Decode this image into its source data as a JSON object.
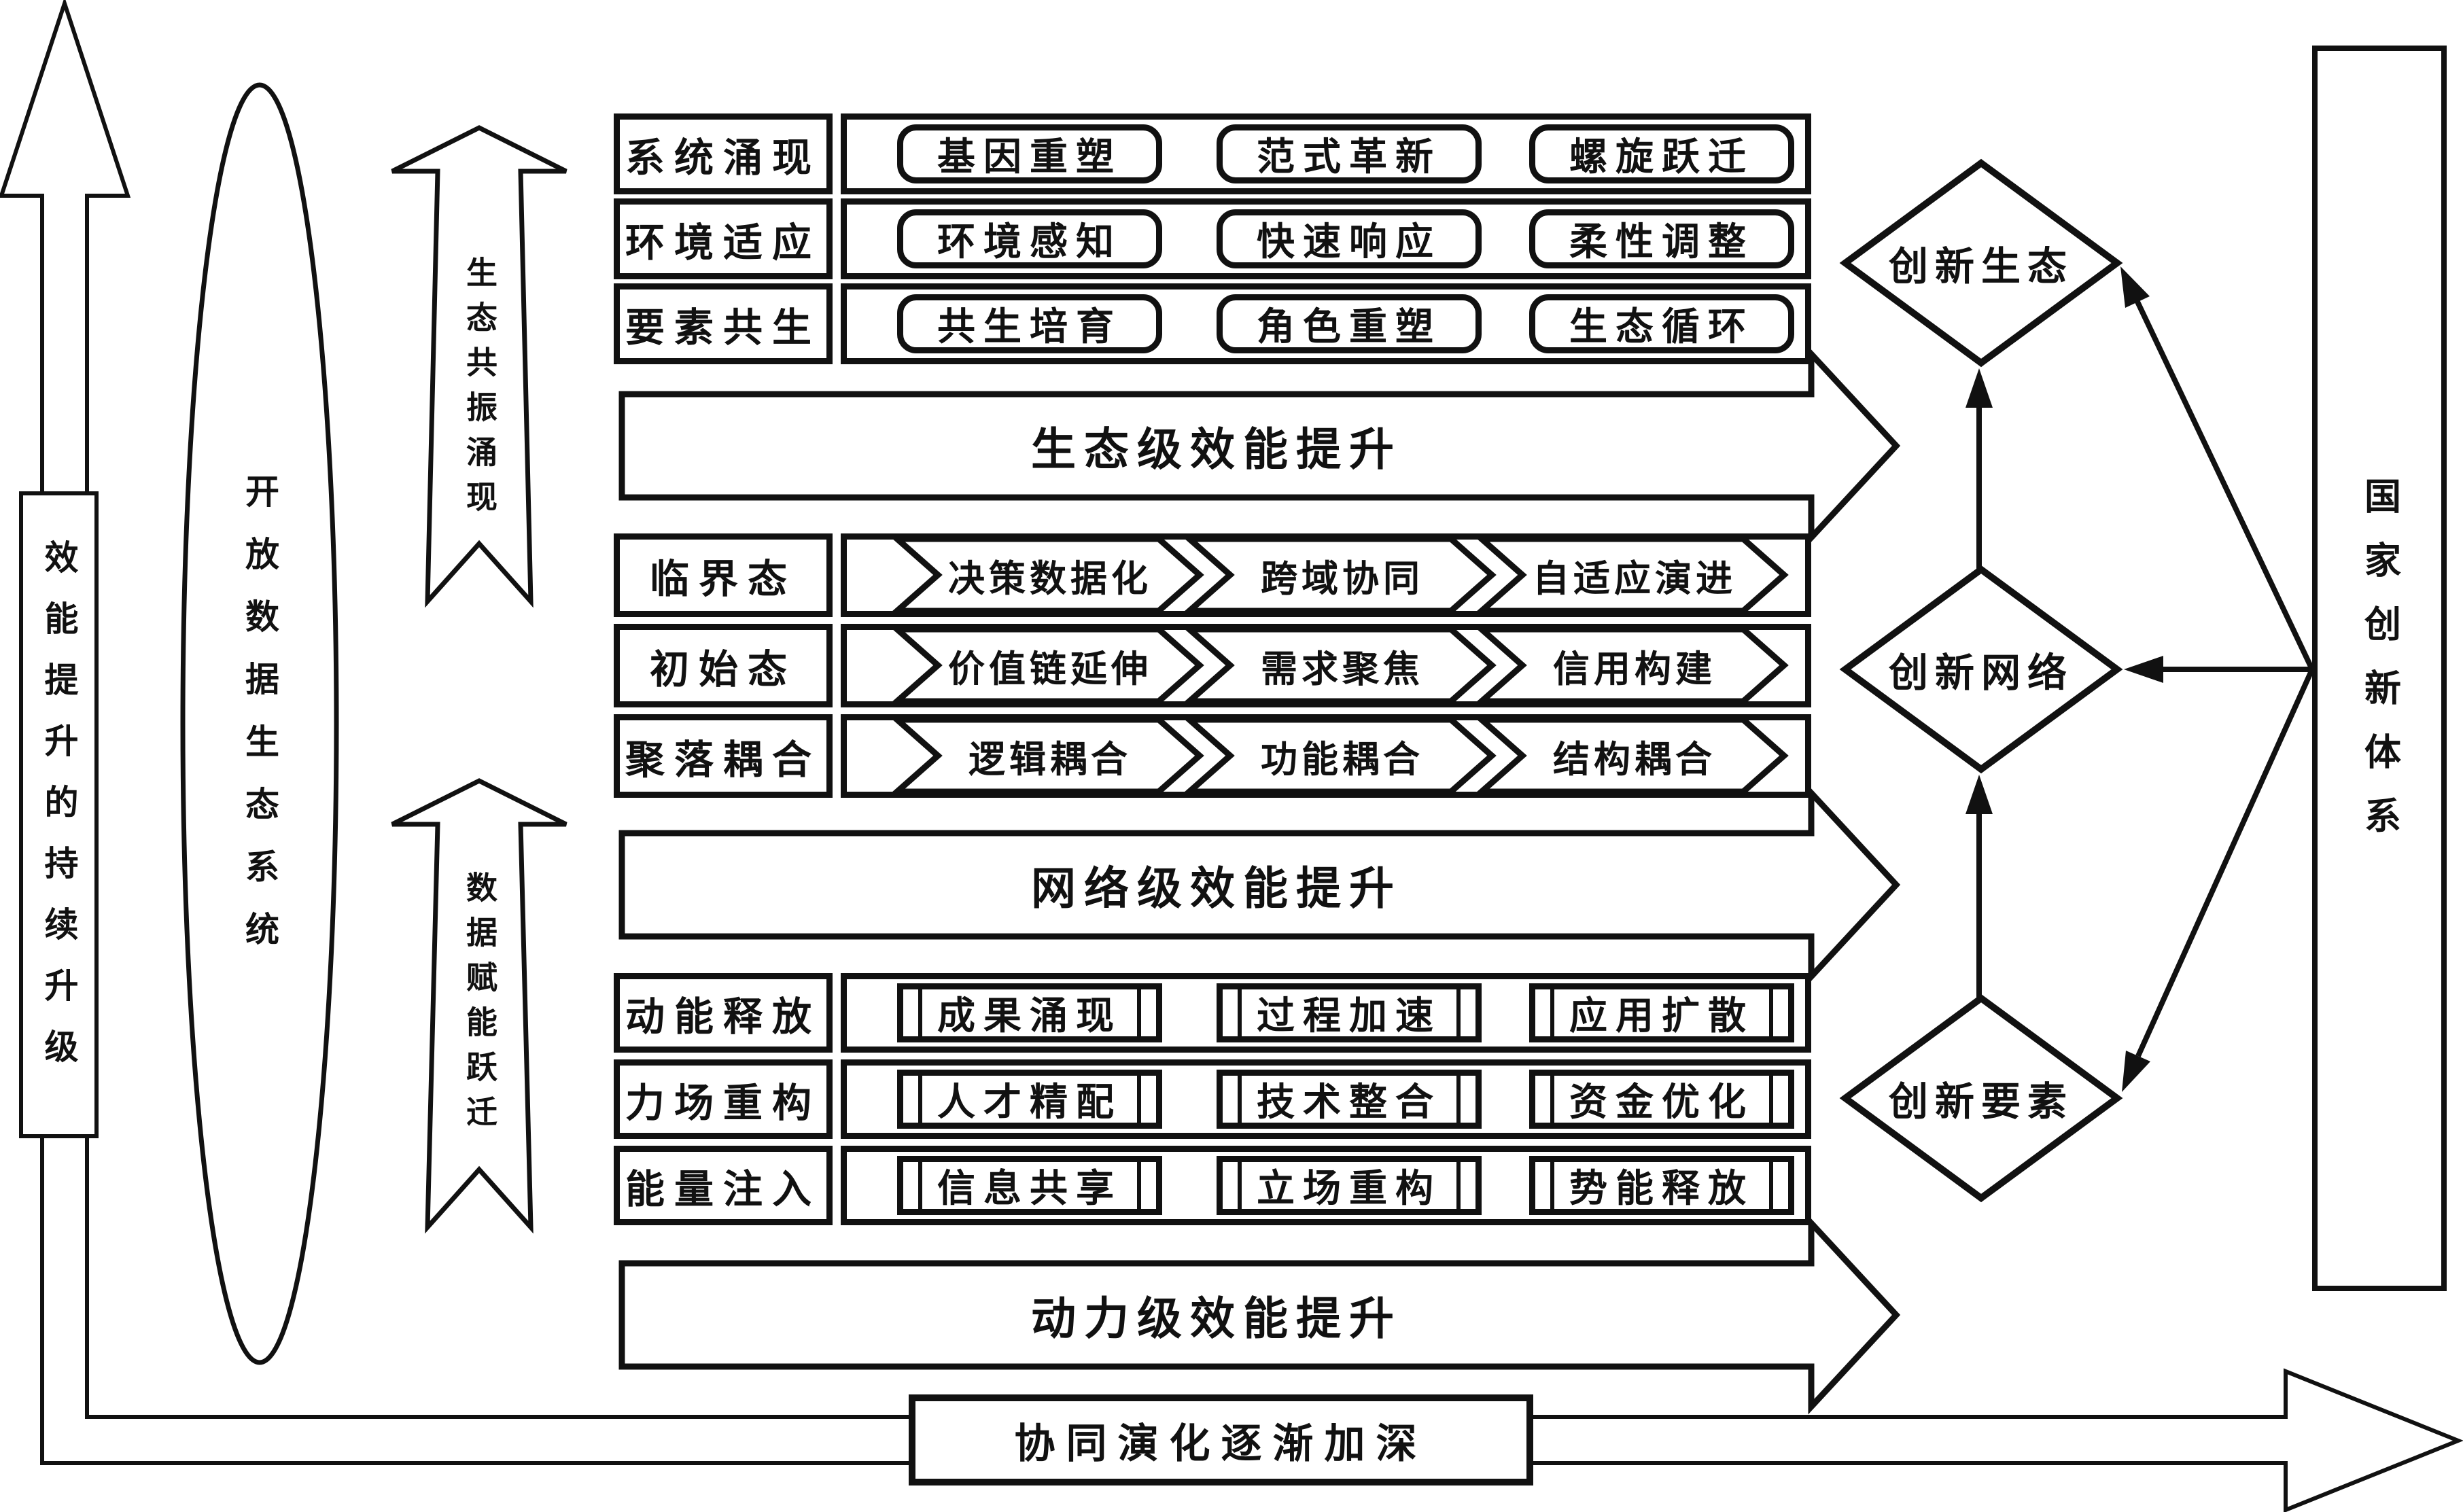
{
  "colors": {
    "ink": "#111111",
    "bg": "#ffffff"
  },
  "left_arrow": {
    "label": "效能提升的持续升级"
  },
  "ellipse": {
    "label": "开放数据生态系统"
  },
  "up_arrows": [
    {
      "label": "生态共振涌现"
    },
    {
      "label": "数据赋能跃迁"
    }
  ],
  "groups": [
    {
      "item_style": "rounded",
      "arrow_label": "生态级效能提升",
      "rows": [
        {
          "label": "系统涌现",
          "items": [
            "基因重塑",
            "范式革新",
            "螺旋跃迁"
          ]
        },
        {
          "label": "环境适应",
          "items": [
            "环境感知",
            "快速响应",
            "柔性调整"
          ]
        },
        {
          "label": "要素共生",
          "items": [
            "共生培育",
            "角色重塑",
            "生态循环"
          ]
        }
      ]
    },
    {
      "item_style": "chevron",
      "arrow_label": "网络级效能提升",
      "rows": [
        {
          "label": "临界态",
          "items": [
            "决策数据化",
            "跨域协同",
            "自适应演进"
          ]
        },
        {
          "label": "初始态",
          "items": [
            "价值链延伸",
            "需求聚焦",
            "信用构建"
          ]
        },
        {
          "label": "聚落耦合",
          "items": [
            "逻辑耦合",
            "功能耦合",
            "结构耦合"
          ]
        }
      ]
    },
    {
      "item_style": "process",
      "arrow_label": "动力级效能提升",
      "rows": [
        {
          "label": "动能释放",
          "items": [
            "成果涌现",
            "过程加速",
            "应用扩散"
          ]
        },
        {
          "label": "力场重构",
          "items": [
            "人才精配",
            "技术整合",
            "资金优化"
          ]
        },
        {
          "label": "能量注入",
          "items": [
            "信息共享",
            "立场重构",
            "势能释放"
          ]
        }
      ]
    }
  ],
  "diamonds": [
    {
      "label": "创新生态"
    },
    {
      "label": "创新网络"
    },
    {
      "label": "创新要素"
    }
  ],
  "right_bar": {
    "label": "国家创新体系"
  },
  "bottom_arrow": {
    "label": "协同演化逐渐加深"
  }
}
